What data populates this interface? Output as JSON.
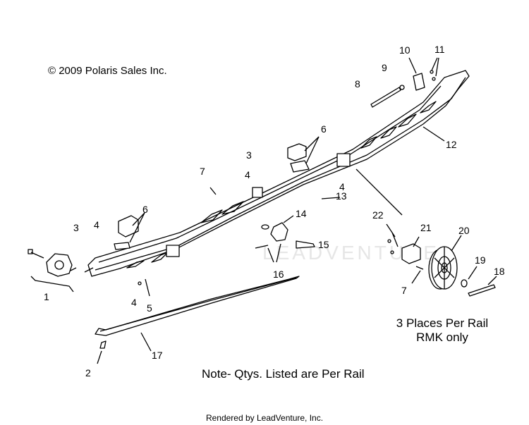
{
  "copyright": "© 2009 Polaris Sales Inc.",
  "watermark": "LEADVENTURE",
  "note_places": [
    "3 Places Per Rail",
    "RMK only"
  ],
  "note_qty": "Note- Qtys. Listed are Per Rail",
  "footer": "Rendered by LeadVenture, Inc.",
  "callouts": {
    "c1": "1",
    "c2": "2",
    "c3a": "3",
    "c3b": "3",
    "c4a": "4",
    "c4b": "4",
    "c4c": "4",
    "c4d": "4",
    "c5": "5",
    "c6a": "6",
    "c6b": "6",
    "c7a": "7",
    "c7b": "7",
    "c8": "8",
    "c9": "9",
    "c10": "10",
    "c11": "11",
    "c12": "12",
    "c13": "13",
    "c14": "14",
    "c15": "15",
    "c16": "16",
    "c17": "17",
    "c18": "18",
    "c19": "19",
    "c20": "20",
    "c21": "21",
    "c22": "22"
  }
}
